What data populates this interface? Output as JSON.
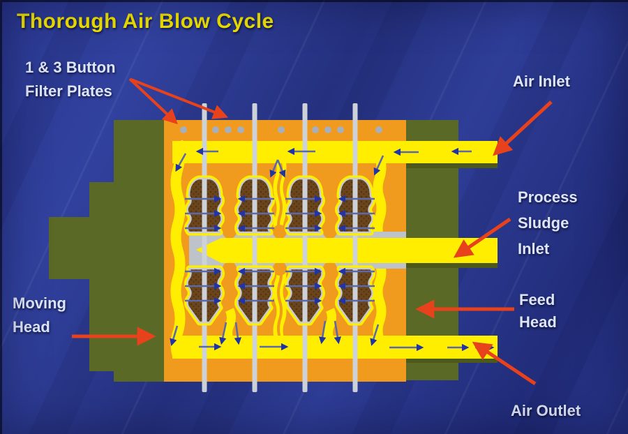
{
  "title": "Thorough Air Blow Cycle",
  "labels": {
    "filter_plates": [
      "1 & 3 Button",
      "Filter Plates"
    ],
    "air_inlet": "Air Inlet",
    "process_sludge_inlet": [
      "Process",
      "Sludge",
      "Inlet"
    ],
    "feed_head": [
      "Feed",
      "Head"
    ],
    "air_outlet": "Air Outlet",
    "moving_head": [
      "Moving",
      "Head"
    ]
  },
  "diagram": {
    "filter_plate_count": 4,
    "plate_button_pattern": [
      "1",
      "3",
      "1",
      "3",
      "1"
    ],
    "icons": {
      "annotation_pointer": "red-arrow-icon",
      "air_flow": "blue-arrow-icon"
    }
  },
  "colors": {
    "title_yellow": "#f2e400",
    "label_white": "#dde5f7",
    "red": "#e8421c",
    "head_green": "#5a6a26",
    "pipe_shadow": "#4d581b",
    "body_orange": "#f09b1d",
    "channel_yellow": "#ffee00",
    "cake_brown": "#6b451c",
    "cake_speckle": "#533410",
    "cake_edge": "#c8ccd2",
    "plate_gray": "#cdd1d8",
    "band_gray": "#bec2c9",
    "button_gray": "#a7afba",
    "arrow_blue": "#2134a6",
    "arrow_tail": "#5c69a8"
  }
}
